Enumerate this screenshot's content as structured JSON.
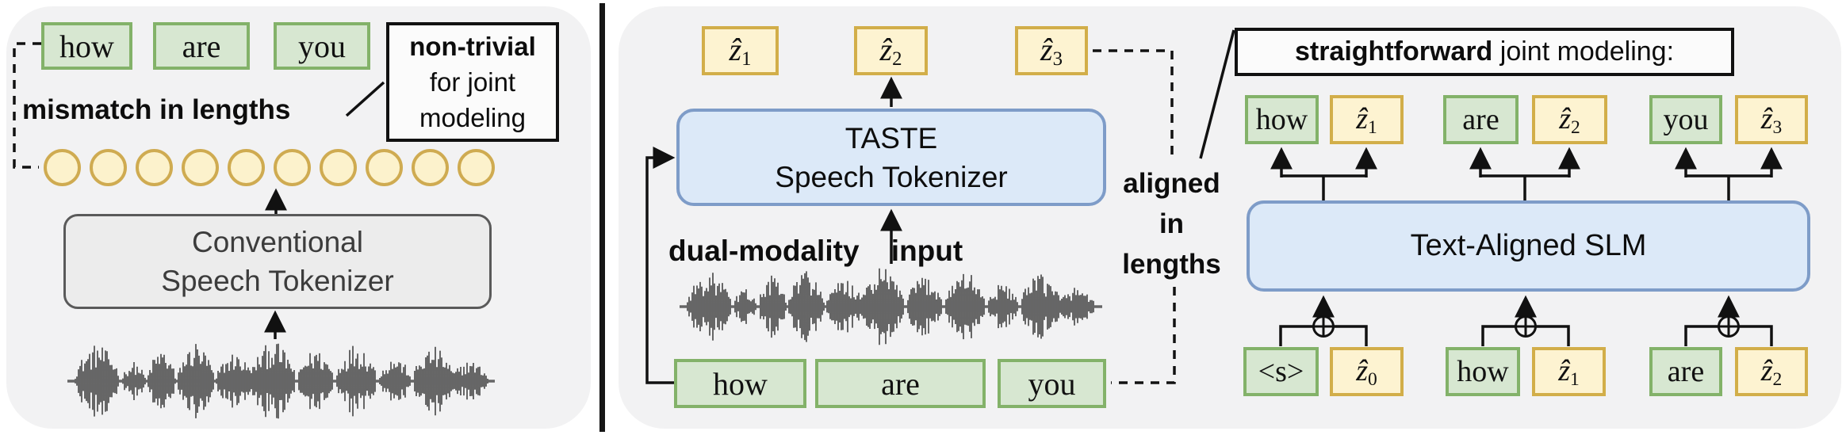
{
  "panels": {
    "left": {
      "words": [
        "how",
        "are",
        "you"
      ],
      "caption": "mismatch in lengths",
      "note_box": {
        "line1_bold": "non-trivial",
        "line2": "for joint",
        "line3": "modeling"
      },
      "token_circles_count": 10,
      "tokenizer_box": {
        "line1": "Conventional",
        "line2": "Speech Tokenizer"
      }
    },
    "right": {
      "speech_tokens": [
        {
          "base": "ẑ",
          "sub": "1"
        },
        {
          "base": "ẑ",
          "sub": "2"
        },
        {
          "base": "ẑ",
          "sub": "3"
        }
      ],
      "tokenizer_box": {
        "line1": "TASTE",
        "line2": "Speech Tokenizer"
      },
      "aligned_caption": {
        "line1": "aligned",
        "line2": "in",
        "line3": "lengths"
      },
      "input_caption": "dual-modality input",
      "input_words": [
        "how",
        "are",
        "you"
      ],
      "note_box": {
        "bold": "straightforward",
        "rest": " joint modeling:"
      },
      "output_pairs": [
        {
          "word": "how",
          "token": {
            "base": "ẑ",
            "sub": "1"
          }
        },
        {
          "word": "are",
          "token": {
            "base": "ẑ",
            "sub": "2"
          }
        },
        {
          "word": "you",
          "token": {
            "base": "ẑ",
            "sub": "3"
          }
        }
      ],
      "slm_box": "Text-Aligned SLM",
      "input_pairs": [
        {
          "word": "<s>",
          "token": {
            "base": "ẑ",
            "sub": "0"
          }
        },
        {
          "word": "how",
          "token": {
            "base": "ẑ",
            "sub": "1"
          }
        },
        {
          "word": "are",
          "token": {
            "base": "ẑ",
            "sub": "2"
          }
        }
      ]
    }
  },
  "colors": {
    "panel_bg": "#f2f2f3",
    "word_fill": "#d7e7d1",
    "word_border": "#83b269",
    "token_fill": "#fdf3d1",
    "token_border": "#d2ae49",
    "circle_fill": "#fcf2cc",
    "circle_border": "#cfab51",
    "model_fill": "#dce9f8",
    "model_border": "#7e9cc8",
    "gray_fill": "#ececec",
    "gray_border": "#5a5a5a",
    "line": "#111111"
  }
}
